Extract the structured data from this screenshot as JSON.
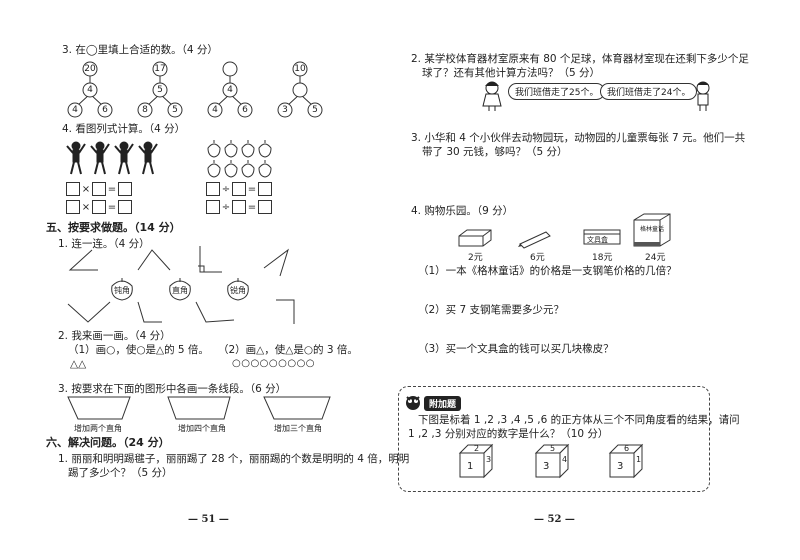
{
  "left": {
    "q3": {
      "title": "3. 在◯里填上合适的数。（4 分）"
    },
    "trees": [
      {
        "top": "20",
        "mid": "4",
        "left": "4",
        "right": "6"
      },
      {
        "top": "17",
        "mid": "5",
        "left": "8",
        "right": "5"
      },
      {
        "top": "",
        "mid": "4",
        "left": "4",
        "right": "6"
      },
      {
        "top": "10",
        "mid": "",
        "left": "3",
        "right": "5"
      }
    ],
    "q4": {
      "title": "4. 看图列式计算。（4 分）",
      "times": "×",
      "div": "÷",
      "eq": "="
    },
    "sec5": {
      "title": "五、按要求做题。（14 分）"
    },
    "q51": {
      "title": "1. 连一连。（4 分）"
    },
    "apples": [
      "钝角",
      "直角",
      "锐角"
    ],
    "q52": {
      "title": "2. 我来画一画。（4 分）",
      "a": "（1）画○，使○是△的 5 倍。",
      "a_shapes": "△△",
      "b": "（2）画△，使△是○的 3 倍。",
      "b_shapes": "○○○○○○○○○"
    },
    "q53": {
      "title": "3. 按要求在下面的图形中各画一条线段。（6 分）",
      "captions": [
        "增加两个直角",
        "增加四个直角",
        "增加三个直角"
      ]
    },
    "sec6": {
      "title": "六、解决问题。（24 分）"
    },
    "q61": {
      "line1": "1. 丽丽和明明踢毽子，丽丽踢了 28 个，丽丽踢的个数是明明的 4 倍，明明",
      "line2": "踢了多少个？（5 分）"
    },
    "page": "— 51 —"
  },
  "right": {
    "q2": {
      "line1": "2. 某学校体育器材室原来有 80 个足球，体育器材室现在还剩下多少个足",
      "line2": "球了？还有其他计算方法吗？（5 分）",
      "bubble_girl": "我们班借走了25个。",
      "bubble_boy": "我们班借走了24个。"
    },
    "q3": {
      "line1": "3. 小华和 4 个小伙伴去动物园玩，动物园的儿童票每张 7 元。他们一共",
      "line2": "带了 30 元钱，够吗？（5 分）"
    },
    "q4": {
      "title": "4. 购物乐园。（9 分）",
      "items": [
        {
          "name": "eraser",
          "price": "2元"
        },
        {
          "name": "pen",
          "price": "6元"
        },
        {
          "name": "pencil-box",
          "price": "18元",
          "label": "文具盒"
        },
        {
          "name": "book",
          "price": "24元",
          "label": "格林童话"
        }
      ],
      "sub1": "（1）一本《格林童话》的价格是一支钢笔价格的几倍？",
      "sub2": "（2）买 7 支钢笔需要多少元？",
      "sub3": "（3）买一个文具盒的钱可以买几块橡皮？"
    },
    "bonus": {
      "badge": "附加题",
      "line1": "下图是标着 1 ,2 ,3 ,4 ,5 ,6 的正方体从三个不同角度看的结果，请问",
      "line2": "1 ,2 ,3 分别对应的数字是什么？（10 分）",
      "cubes": [
        {
          "top": "2",
          "front": "1",
          "side": "3"
        },
        {
          "top": "5",
          "front": "3",
          "side": "4"
        },
        {
          "top": "6",
          "front": "3",
          "side": "1"
        }
      ]
    },
    "page": "— 52 —"
  }
}
